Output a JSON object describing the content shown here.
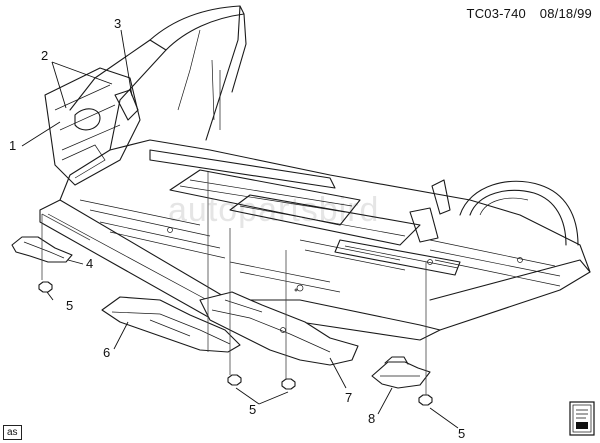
{
  "header": {
    "drawing_id": "TC03-740",
    "date": "08/18/99"
  },
  "footer": {
    "tag": "as"
  },
  "watermark": {
    "text": "autopartsbird"
  },
  "callouts": [
    {
      "number": "1",
      "part": "bracket"
    },
    {
      "number": "2",
      "part": "retainer"
    },
    {
      "number": "3",
      "part": "retainer"
    },
    {
      "number": "4",
      "part": "heat-shield"
    },
    {
      "number": "5",
      "part": "nut"
    },
    {
      "number": "6",
      "part": "heat-shield"
    },
    {
      "number": "7",
      "part": "heat-shield"
    },
    {
      "number": "8",
      "part": "heat-shield"
    }
  ],
  "icons": {
    "book_icon": "book-icon"
  }
}
